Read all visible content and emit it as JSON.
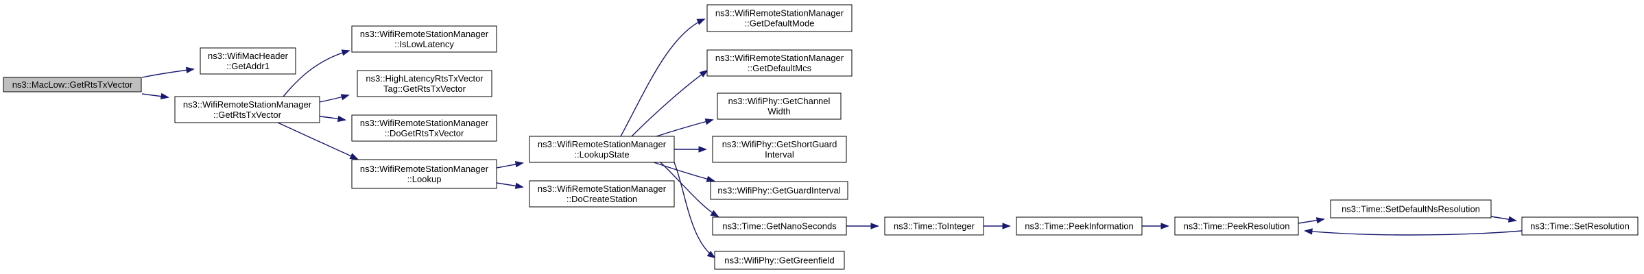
{
  "colors": {
    "edge": "#191970",
    "root_fill": "#bfbfbf",
    "node_fill": "#ffffff",
    "node_border": "#000000"
  },
  "nodes": [
    {
      "id": "maclow_getrts",
      "lines": [
        "ns3::MacLow::GetRtsTxVector"
      ]
    },
    {
      "id": "wifimacheader_getaddr1",
      "lines": [
        "ns3::WifiMacHeader",
        "::GetAddr1"
      ]
    },
    {
      "id": "wrsm_getrtstxvector",
      "lines": [
        "ns3::WifiRemoteStationManager",
        "::GetRtsTxVector"
      ]
    },
    {
      "id": "wrsm_islowlatency",
      "lines": [
        "ns3::WifiRemoteStationManager",
        "::IsLowLatency"
      ]
    },
    {
      "id": "hlrts_getrtstxvector",
      "lines": [
        "ns3::HighLatencyRtsTxVector",
        "Tag::GetRtsTxVector"
      ]
    },
    {
      "id": "wrsm_dogetrtstxvector",
      "lines": [
        "ns3::WifiRemoteStationManager",
        "::DoGetRtsTxVector"
      ]
    },
    {
      "id": "wrsm_lookup",
      "lines": [
        "ns3::WifiRemoteStationManager",
        "::Lookup"
      ]
    },
    {
      "id": "wrsm_lookupstate",
      "lines": [
        "ns3::WifiRemoteStationManager",
        "::LookupState"
      ]
    },
    {
      "id": "wrsm_docreatestation",
      "lines": [
        "ns3::WifiRemoteStationManager",
        "::DoCreateStation"
      ]
    },
    {
      "id": "wrsm_getdefaultmode",
      "lines": [
        "ns3::WifiRemoteStationManager",
        "::GetDefaultMode"
      ]
    },
    {
      "id": "wrsm_getdefaultmcs",
      "lines": [
        "ns3::WifiRemoteStationManager",
        "::GetDefaultMcs"
      ]
    },
    {
      "id": "wifiphy_getchannelwidth",
      "lines": [
        "ns3::WifiPhy::GetChannel",
        "Width"
      ]
    },
    {
      "id": "wifiphy_getshortguard",
      "lines": [
        "ns3::WifiPhy::GetShortGuard",
        "Interval"
      ]
    },
    {
      "id": "wifiphy_getguardinterval",
      "lines": [
        "ns3::WifiPhy::GetGuardInterval"
      ]
    },
    {
      "id": "time_getnanoseconds",
      "lines": [
        "ns3::Time::GetNanoSeconds"
      ]
    },
    {
      "id": "wifiphy_getgreenfield",
      "lines": [
        "ns3::WifiPhy::GetGreenfield"
      ]
    },
    {
      "id": "time_tointeger",
      "lines": [
        "ns3::Time::ToInteger"
      ]
    },
    {
      "id": "time_peekinformation",
      "lines": [
        "ns3::Time::PeekInformation"
      ]
    },
    {
      "id": "time_peekresolution",
      "lines": [
        "ns3::Time::PeekResolution"
      ]
    },
    {
      "id": "time_setdefaultnsresolution",
      "lines": [
        "ns3::Time::SetDefaultNsResolution"
      ]
    },
    {
      "id": "time_setresolution",
      "lines": [
        "ns3::Time::SetResolution"
      ]
    }
  ],
  "edges": [
    {
      "from": "maclow_getrts",
      "to": "wifimacheader_getaddr1"
    },
    {
      "from": "maclow_getrts",
      "to": "wrsm_getrtstxvector"
    },
    {
      "from": "wrsm_getrtstxvector",
      "to": "wrsm_islowlatency"
    },
    {
      "from": "wrsm_getrtstxvector",
      "to": "hlrts_getrtstxvector"
    },
    {
      "from": "wrsm_getrtstxvector",
      "to": "wrsm_dogetrtstxvector"
    },
    {
      "from": "wrsm_getrtstxvector",
      "to": "wrsm_lookup"
    },
    {
      "from": "wrsm_lookup",
      "to": "wrsm_lookupstate"
    },
    {
      "from": "wrsm_lookup",
      "to": "wrsm_docreatestation"
    },
    {
      "from": "wrsm_lookupstate",
      "to": "wrsm_getdefaultmode"
    },
    {
      "from": "wrsm_lookupstate",
      "to": "wrsm_getdefaultmcs"
    },
    {
      "from": "wrsm_lookupstate",
      "to": "wifiphy_getchannelwidth"
    },
    {
      "from": "wrsm_lookupstate",
      "to": "wifiphy_getshortguard"
    },
    {
      "from": "wrsm_lookupstate",
      "to": "wifiphy_getguardinterval"
    },
    {
      "from": "wrsm_lookupstate",
      "to": "time_getnanoseconds"
    },
    {
      "from": "wrsm_lookupstate",
      "to": "wifiphy_getgreenfield"
    },
    {
      "from": "time_getnanoseconds",
      "to": "time_tointeger"
    },
    {
      "from": "time_tointeger",
      "to": "time_peekinformation"
    },
    {
      "from": "time_peekinformation",
      "to": "time_peekresolution"
    },
    {
      "from": "time_peekresolution",
      "to": "time_setdefaultnsresolution"
    },
    {
      "from": "time_setdefaultnsresolution",
      "to": "time_setresolution"
    },
    {
      "from": "time_setresolution",
      "to": "time_peekresolution"
    }
  ]
}
